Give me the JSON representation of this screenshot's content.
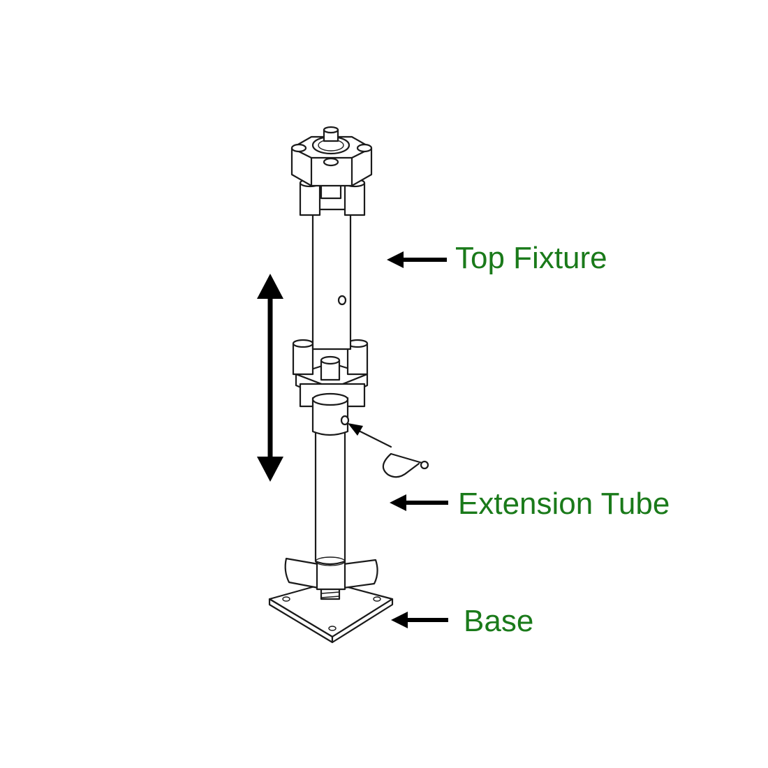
{
  "labels": {
    "top_fixture": "Top Fixture",
    "extension_tube": "Extension Tube",
    "base": "Base"
  },
  "colors": {
    "label_text": "#1a7a1a",
    "line_art": "#1a1a1a",
    "arrow": "#000000",
    "background": "#ffffff"
  }
}
